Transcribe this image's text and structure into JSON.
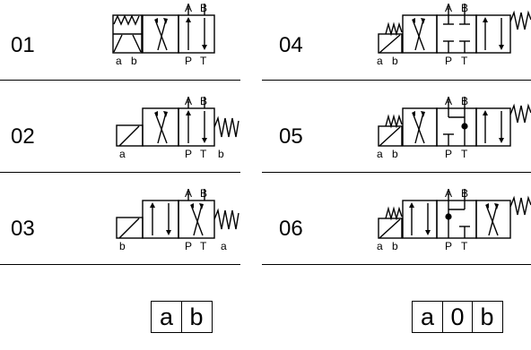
{
  "rows_left": [
    {
      "code": "01",
      "labels": [
        "A",
        "B",
        "a",
        "b",
        "P",
        "T"
      ]
    },
    {
      "code": "02",
      "labels": [
        "A",
        "B",
        "a",
        "P",
        "T",
        "b"
      ]
    },
    {
      "code": "03",
      "labels": [
        "A",
        "B",
        "b",
        "P",
        "T",
        "a"
      ]
    }
  ],
  "rows_right": [
    {
      "code": "04",
      "labels": [
        "A",
        "B",
        "a",
        "b",
        "P",
        "T"
      ]
    },
    {
      "code": "05",
      "labels": [
        "A",
        "B",
        "a",
        "b",
        "P",
        "T"
      ]
    },
    {
      "code": "06",
      "labels": [
        "A",
        "B",
        "a",
        "b",
        "P",
        "T"
      ]
    }
  ],
  "legend_2pos": [
    "a",
    "b"
  ],
  "legend_3pos": [
    "a",
    "0",
    "b"
  ]
}
